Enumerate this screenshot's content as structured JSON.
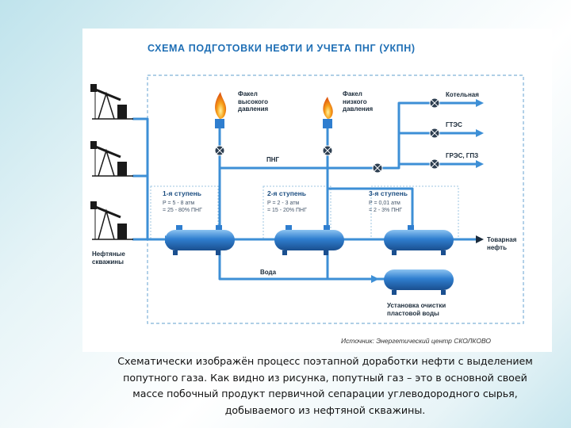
{
  "title": "СХЕМА ПОДГОТОВКИ НЕФТИ И УЧЕТА ПНГ (УКПН)",
  "labels": {
    "flare_high": [
      "Факел",
      "высокого",
      "давления"
    ],
    "flare_low": [
      "Факел",
      "низкого",
      "давления"
    ],
    "boiler": "Котельная",
    "gtes": "ГТЭС",
    "gres": "ГРЭС, ГПЗ",
    "png": "ПНГ",
    "wells": [
      "Нефтяные",
      "скважины"
    ],
    "water": "Вода",
    "product_oil": [
      "Товарная",
      "нефть"
    ],
    "water_treatment": [
      "Установка очистки",
      "пластовой воды"
    ],
    "source": "Источник: Энергетический центр СКОЛКОВО"
  },
  "stages": [
    {
      "name": "1-я ступень",
      "pressure": "P = 5 - 8 атм",
      "share": "= 25 - 80% ПНГ"
    },
    {
      "name": "2-я ступень",
      "pressure": "P = 2 - 3 атм",
      "share": "= 15 - 20% ПНГ"
    },
    {
      "name": "3-я ступень",
      "pressure": "P = 0,01 атм",
      "share": "= 2 - 3% ПНГ"
    }
  ],
  "caption": [
    "Схематически изображён процесс поэтапной доработки нефти с выделением",
    "попутного газа. Как видно из рисунка, попутный газ – это в основной своей",
    "массе побочный продукт первичной сепарации углеводородного сырья,",
    "добываемого из нефтяной скважины."
  ],
  "colors": {
    "pipe": "#3d8fd6",
    "vessel": "#2f7ecf",
    "flame": "#f7a21b",
    "valve": "#2d3e50",
    "dash": "#7fb2d8",
    "title": "#1f6fb5"
  }
}
